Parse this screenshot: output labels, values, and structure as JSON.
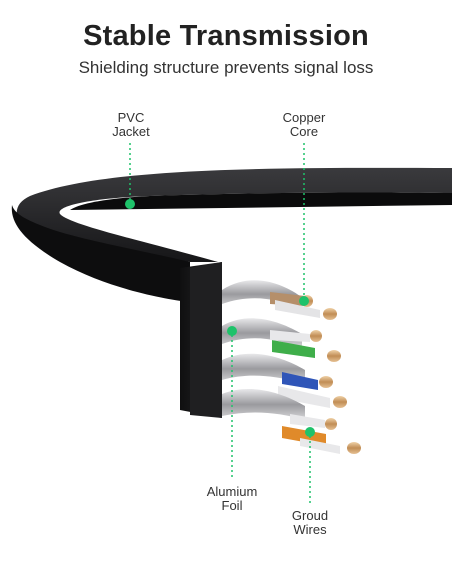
{
  "header": {
    "title": "Stable Transmission",
    "subtitle": "Shielding structure prevents signal loss"
  },
  "callouts": {
    "pvc_jacket": {
      "line1": "PVC",
      "line2": "Jacket"
    },
    "copper_core": {
      "line1": "Copper",
      "line2": "Core"
    },
    "aluminum_foil": {
      "line1": "Alumium",
      "line2": "Foil"
    },
    "ground_wires": {
      "line1": "Groud",
      "line2": "Wires"
    }
  },
  "colors": {
    "accent_dot": "#1ec26a",
    "cable_jacket": "#1d1d1f",
    "copper": "#c9a070",
    "pair_colors": [
      "#b58f6a",
      "#3fae4a",
      "#2f55b8",
      "#e08a2a"
    ]
  }
}
